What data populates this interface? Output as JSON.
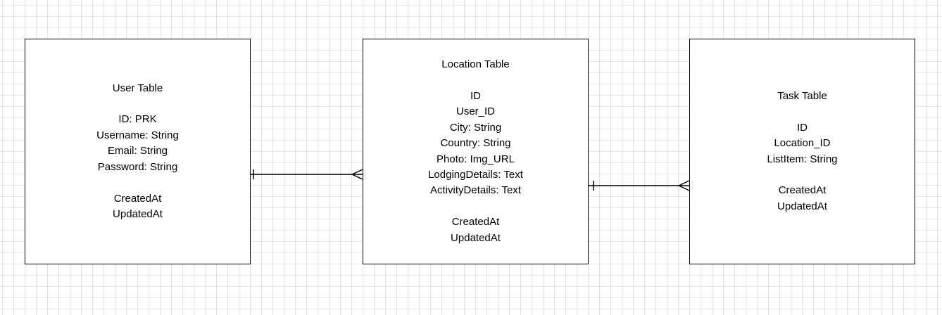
{
  "entities": {
    "user": {
      "title": "User Table",
      "fields": [
        "ID: PRK",
        "Username: String",
        "Email: String",
        "Password: String"
      ],
      "timestamps": [
        "CreatedAt",
        "UpdatedAt"
      ]
    },
    "location": {
      "title": "Location Table",
      "fields": [
        "ID",
        "User_ID",
        "City: String",
        "Country: String",
        "Photo: Img_URL",
        "LodgingDetails: Text",
        "ActivityDetails: Text"
      ],
      "timestamps": [
        "CreatedAt",
        "UpdatedAt"
      ]
    },
    "task": {
      "title": "Task Table",
      "fields": [
        "ID",
        "Location_ID",
        "ListItem: String"
      ],
      "timestamps": [
        "CreatedAt",
        "UpdatedAt"
      ]
    }
  },
  "relationships": [
    {
      "from": "User Table",
      "to": "Location Table",
      "from_cardinality": "one",
      "to_cardinality": "many"
    },
    {
      "from": "Location Table",
      "to": "Task Table",
      "from_cardinality": "one",
      "to_cardinality": "many"
    }
  ],
  "colors": {
    "stroke": "#000000",
    "grid": "#e6e6e6",
    "background": "#ffffff"
  }
}
